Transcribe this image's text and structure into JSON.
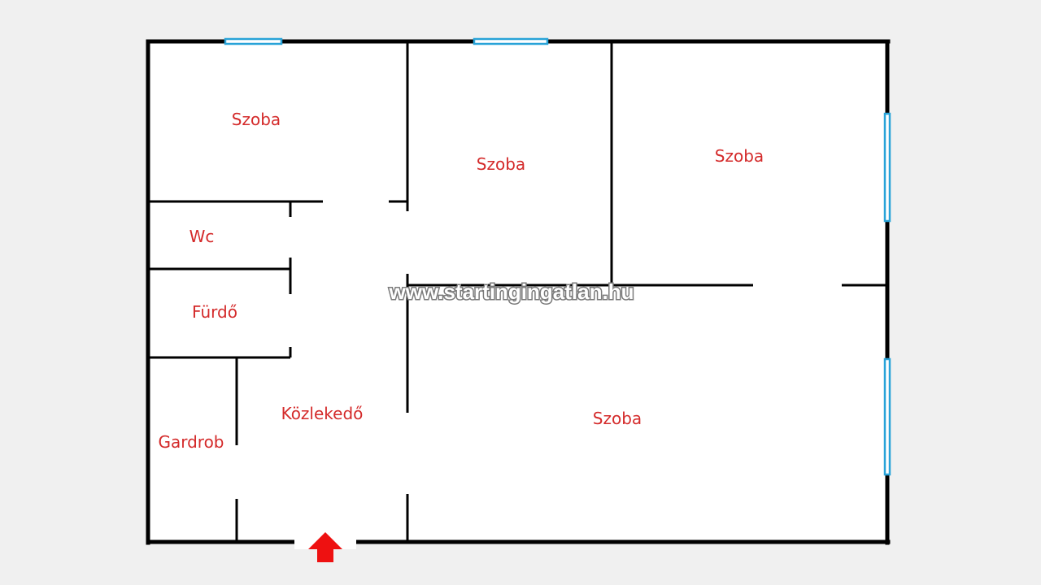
{
  "colors": {
    "background": "#f0f0f0",
    "floor": "#ffffff",
    "wall": "#000000",
    "window": "#29a3d8",
    "label": "#d42a2a",
    "entrance_arrow": "#ee1111"
  },
  "rooms": [
    {
      "id": "room-top-left",
      "label": "Szoba"
    },
    {
      "id": "room-top-middle",
      "label": "Szoba"
    },
    {
      "id": "room-top-right",
      "label": "Szoba"
    },
    {
      "id": "wc",
      "label": "Wc"
    },
    {
      "id": "bathroom",
      "label": "Fürdő"
    },
    {
      "id": "hallway",
      "label": "Közlekedő"
    },
    {
      "id": "wardrobe",
      "label": "Gardrob"
    },
    {
      "id": "room-large",
      "label": "Szoba"
    }
  ],
  "watermark": "www.startingingatlan.hu",
  "icons": {
    "entrance": "up-arrow-icon"
  }
}
